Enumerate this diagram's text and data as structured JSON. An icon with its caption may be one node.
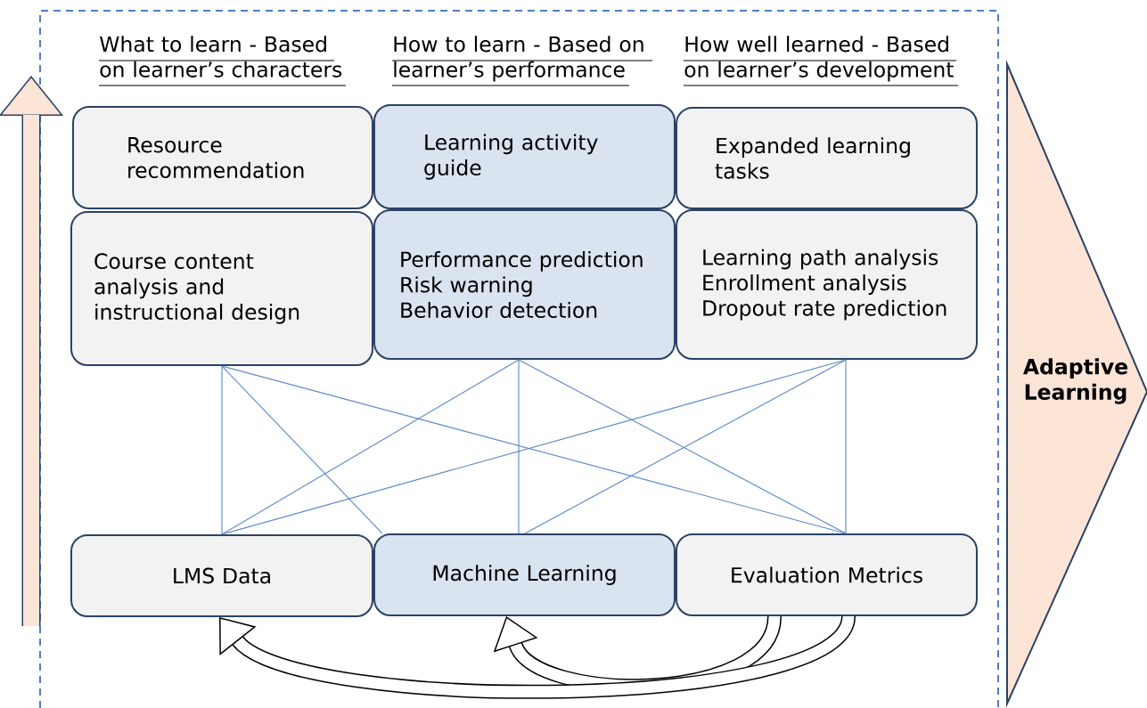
{
  "diagram": {
    "nodes": [
      {
        "text": [
          "Resource recommendation"
        ]
      },
      {
        "text": [
          "Learning activity guide"
        ]
      },
      {
        "text": [
          "Expanded learning tasks"
        ]
      },
      {
        "text": [
          "Course content analysis and instructional design"
        ]
      },
      {
        "text": [
          "Performance prediction",
          "Risk warning",
          "Behavior detection"
        ]
      },
      {
        "text": [
          "Learning path analysis",
          "Enrollment analysis",
          "Dropout rate prediction"
        ]
      },
      {
        "text": [
          "LMS Data"
        ]
      },
      {
        "text": [
          "Machine Learning"
        ]
      },
      {
        "text": [
          "Evaluation Metrics"
        ]
      },
      {
        "text": [
          "Adaptive Learning"
        ]
      }
    ],
    "edges": [
      {
        "from": 3,
        "to": 6,
        "arrow": "none"
      },
      {
        "from": 3,
        "to": 7,
        "arrow": "none"
      },
      {
        "from": 3,
        "to": 8,
        "arrow": "none"
      },
      {
        "from": 4,
        "to": 6,
        "arrow": "none"
      },
      {
        "from": 4,
        "to": 7,
        "arrow": "none"
      },
      {
        "from": 4,
        "to": 8,
        "arrow": "none"
      },
      {
        "from": 5,
        "to": 6,
        "arrow": "none"
      },
      {
        "from": 5,
        "to": 7,
        "arrow": "none"
      },
      {
        "from": 5,
        "to": 8,
        "arrow": "none"
      },
      {
        "from": 8,
        "to": 7,
        "arrow": "to",
        "style": "thick",
        "color": "#000000"
      },
      {
        "from": 8,
        "to": 6,
        "arrow": "to",
        "style": "thick",
        "color": "#000000"
      }
    ],
    "labels": [
      "What to learn - Based on learner’s characters",
      "How to learn - Based on learner’s performance",
      "How well learned - Based on learner’s development"
    ]
  }
}
